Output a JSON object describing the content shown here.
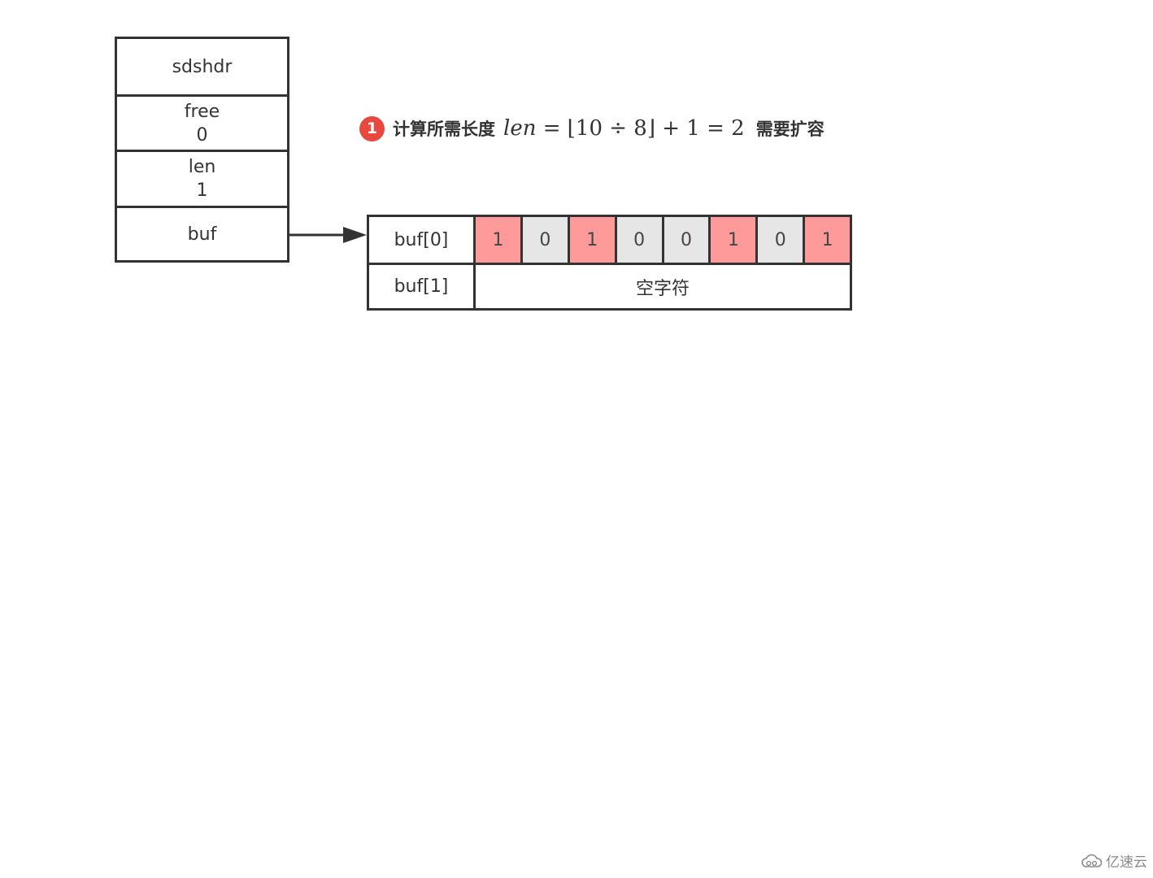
{
  "struct": {
    "title": "sdshdr",
    "fields": [
      {
        "name": "free",
        "value": "0"
      },
      {
        "name": "len",
        "value": "1"
      },
      {
        "name": "buf"
      }
    ]
  },
  "caption": {
    "step": "1",
    "text_before": "计算所需长度",
    "formula_var": "len",
    "formula_rest": " = ⌊10 ÷ 8⌋ + 1 = 2",
    "text_after": "需要扩容",
    "badge_color": "#e8493f"
  },
  "buffer": {
    "rows": [
      {
        "label": "buf[0]",
        "bits": [
          "1",
          "0",
          "1",
          "0",
          "0",
          "1",
          "0",
          "1"
        ]
      },
      {
        "label": "buf[1]",
        "content": "空字符"
      }
    ],
    "colors": {
      "one": "#ff9a9a",
      "zero": "#e6e6e6"
    }
  },
  "watermark": {
    "text": "亿速云",
    "icon": "cloud-logo-icon"
  }
}
